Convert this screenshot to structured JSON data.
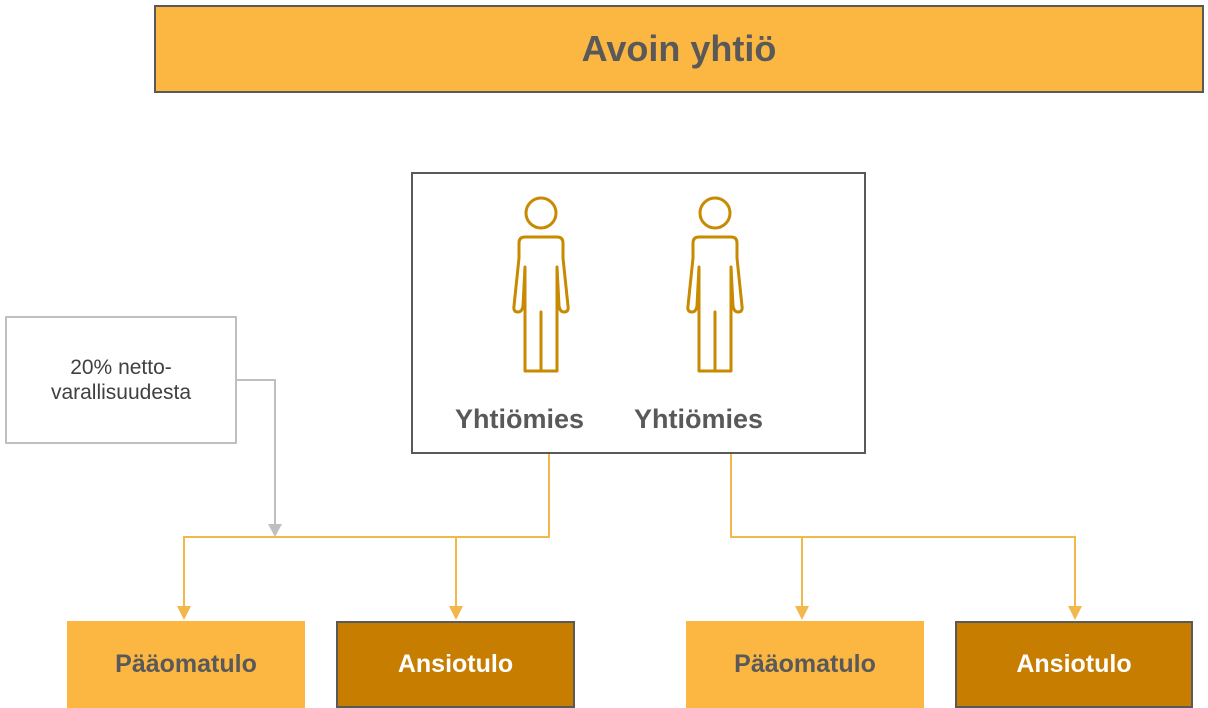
{
  "title": "Avoin yhtiö",
  "partners": [
    {
      "label": "Yhtiömies",
      "icon": "person-icon"
    },
    {
      "label": "Yhtiömies",
      "icon": "person-icon"
    }
  ],
  "note": {
    "line1": "20% netto-",
    "line2": "varallisuudesta"
  },
  "income_boxes": [
    {
      "label": "Pääomatulo",
      "type": "capital"
    },
    {
      "label": "Ansiotulo",
      "type": "earned"
    },
    {
      "label": "Pääomatulo",
      "type": "capital"
    },
    {
      "label": "Ansiotulo",
      "type": "earned"
    }
  ],
  "colors": {
    "accent": "#fbb741",
    "accent_dark": "#c77e00",
    "icon_stroke": "#c78a00",
    "text_grey": "#595959",
    "connector": "#f2b84b",
    "note_connector": "#bfbfbf"
  }
}
